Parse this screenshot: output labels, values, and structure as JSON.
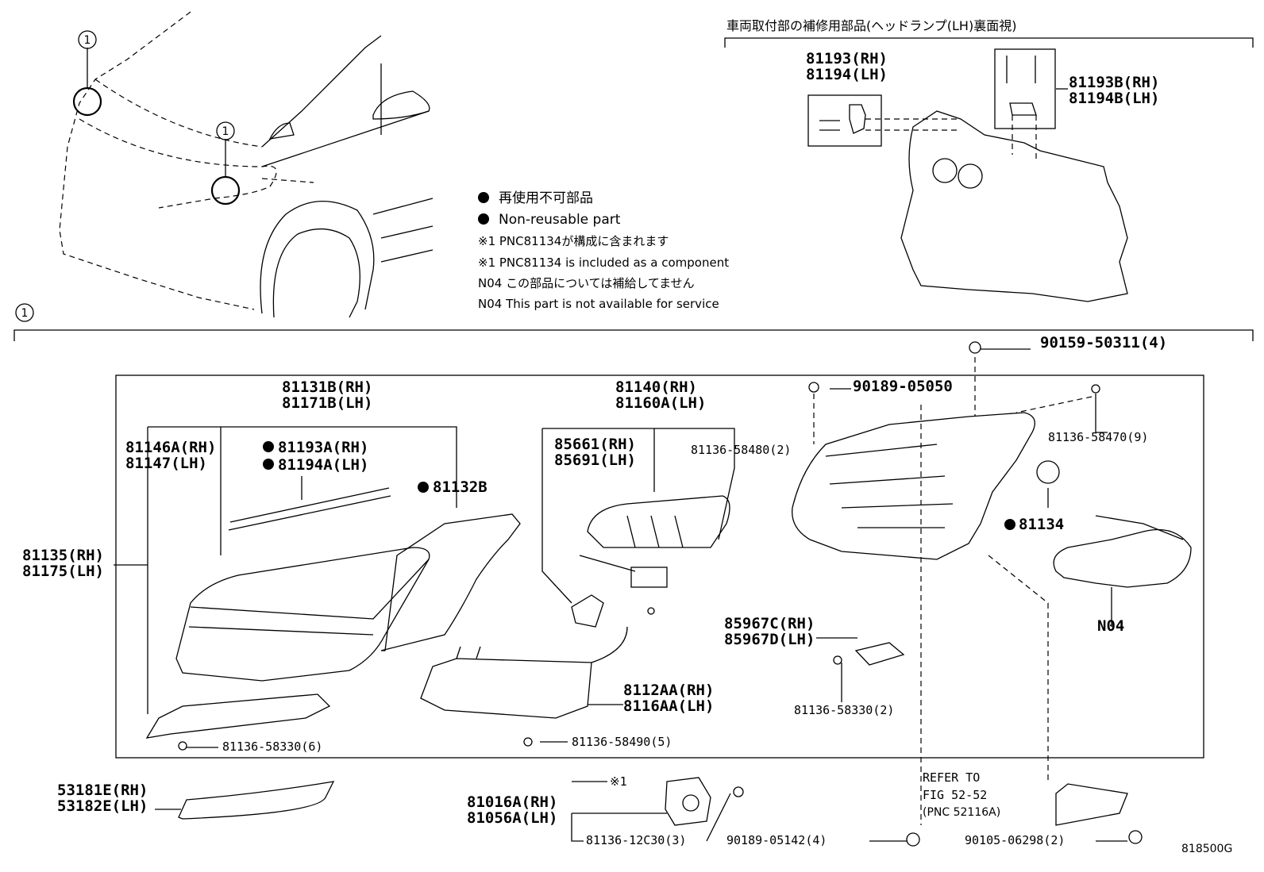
{
  "figure_id": "818500G",
  "top_caption": "車両取付部の補修用部品(ヘッドランプ(LH)裏面視)",
  "callout_marker": "1",
  "legend": [
    {
      "bullet": "●",
      "text": "再使用不可部品"
    },
    {
      "bullet": "●",
      "text": "Non-reusable part"
    },
    {
      "bullet": "",
      "text": "※1 PNC81134が構成に含まれます"
    },
    {
      "bullet": "",
      "text": "※1 PNC81134 is included as a component"
    },
    {
      "bullet": "",
      "text": "N04  この部品については補給してません"
    },
    {
      "bullet": "",
      "text": "N04  This part is not available for service"
    }
  ],
  "parts": {
    "p81193_81194_top": [
      "81193(RH)",
      "81194(LH)"
    ],
    "p81193B_81194B": [
      "81193B(RH)",
      "81194B(LH)"
    ],
    "p90159": "90159-50311(4)",
    "p90189_05050": "90189-05050",
    "p81131B": [
      "81131B(RH)",
      "81171B(LH)"
    ],
    "p81140": [
      "81140(RH)",
      "81160A(LH)"
    ],
    "p81146A": [
      "81146A(RH)",
      "81147(LH)"
    ],
    "p81193A": [
      "81193A(RH)",
      "81194A(LH)"
    ],
    "p81132B": "81132B",
    "p85661": [
      "85661(RH)",
      "85691(LH)"
    ],
    "p81136_58480": "81136-58480(2)",
    "p81136_58470": "81136-58470(9)",
    "p81134": "81134",
    "p81135": [
      "81135(RH)",
      "81175(LH)"
    ],
    "pN04": "N04",
    "p85967": [
      "85967C(RH)",
      "85967D(LH)"
    ],
    "p8112AA": [
      "8112AA(RH)",
      "8116AA(LH)"
    ],
    "p81136_58330_b": "81136-58330(2)",
    "p81136_58330_a": "81136-58330(6)",
    "p81136_58490": "81136-58490(5)",
    "p53181E": [
      "53181E(RH)",
      "53182E(LH)"
    ],
    "p81016A": [
      "81016A(RH)",
      "81056A(LH)"
    ],
    "note_ref1": "※1",
    "p81136_12C30": "81136-12C30(3)",
    "refer": [
      "REFER TO",
      "FIG 52-52",
      "(PNC 52116A)"
    ],
    "p90189_05142": "90189-05142(4)",
    "p90105_06298": "90105-06298(2)"
  }
}
